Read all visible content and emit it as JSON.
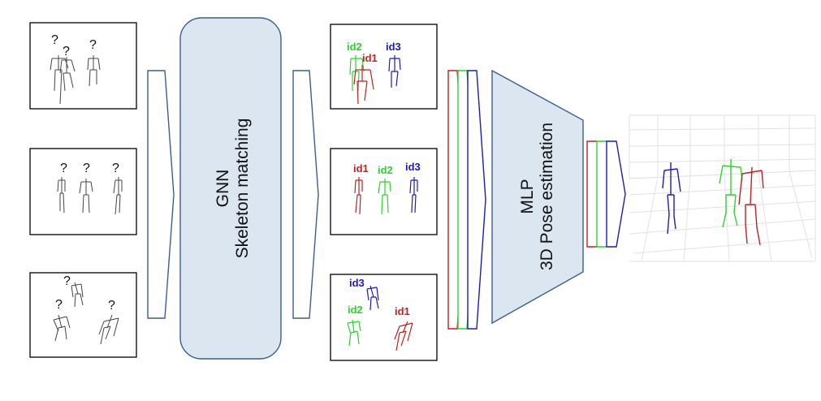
{
  "colors": {
    "red": "#c81e1e",
    "green": "#2ad42a",
    "blue": "#1a1ac8",
    "panel_fill": "#dce6f0",
    "panel_stroke": "#3a5f8f",
    "grey_skeleton": "#444444"
  },
  "gnn": {
    "line1": "GNN",
    "line2": "Skeleton matching"
  },
  "mlp": {
    "line1": "MLP",
    "line2": "3D Pose estimation"
  },
  "unknown_mark": "?",
  "views": [
    {
      "labels": [
        {
          "text": "id2",
          "color": "green"
        },
        {
          "text": "id1",
          "color": "red"
        },
        {
          "text": "id3",
          "color": "blue"
        }
      ]
    },
    {
      "labels": [
        {
          "text": "id1",
          "color": "red"
        },
        {
          "text": "id2",
          "color": "green"
        },
        {
          "text": "id3",
          "color": "blue"
        }
      ]
    },
    {
      "labels": [
        {
          "text": "id3",
          "color": "blue"
        },
        {
          "text": "id2",
          "color": "green"
        },
        {
          "text": "id1",
          "color": "red"
        }
      ]
    }
  ]
}
